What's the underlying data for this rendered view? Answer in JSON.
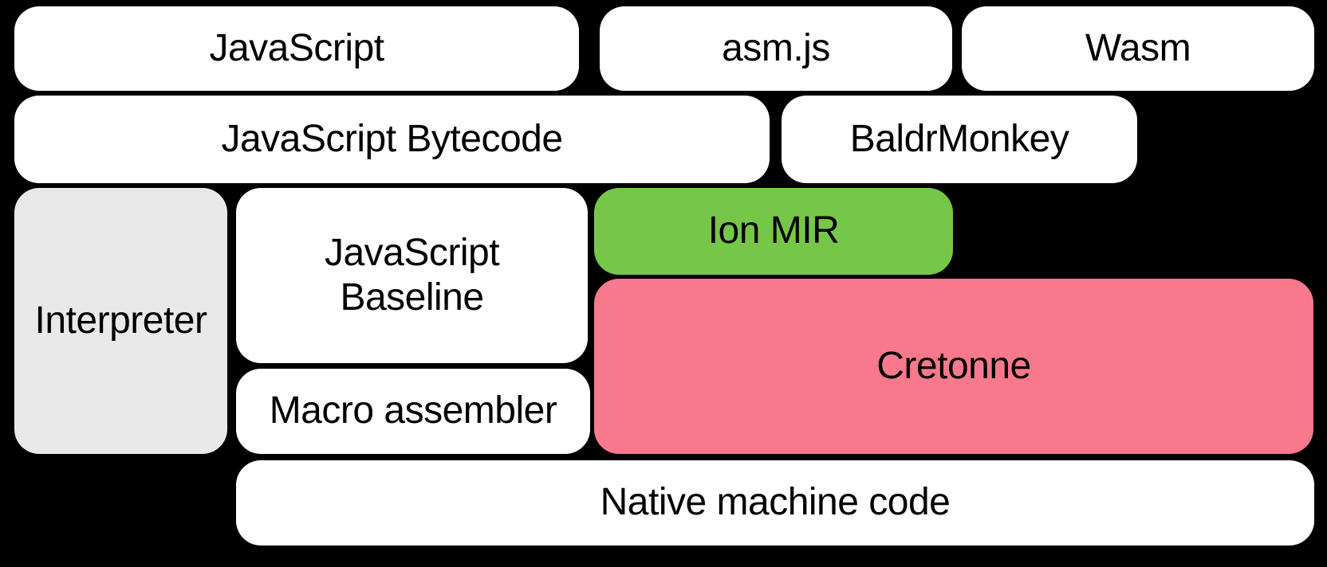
{
  "colors": {
    "background": "#000000",
    "white_box": "#ffffff",
    "gray_box": "#e9e9e9",
    "green_box": "#76c748",
    "pink_box": "#f7798b",
    "text": "#000000"
  },
  "nodes": {
    "javascript": {
      "label": "JavaScript",
      "color": "#ffffff"
    },
    "asmjs": {
      "label": "asm.js",
      "color": "#ffffff"
    },
    "wasm": {
      "label": "Wasm",
      "color": "#ffffff"
    },
    "js_bytecode": {
      "label": "JavaScript Bytecode",
      "color": "#ffffff"
    },
    "baldrmonkey": {
      "label": "BaldrMonkey",
      "color": "#ffffff"
    },
    "interpreter": {
      "label": "Interpreter",
      "color": "#e9e9e9"
    },
    "js_baseline": {
      "label": "JavaScript\nBaseline",
      "color": "#ffffff"
    },
    "ion_mir": {
      "label": "Ion MIR",
      "color": "#76c748"
    },
    "cretonne": {
      "label": "Cretonne",
      "color": "#f7798b"
    },
    "macro_assembler": {
      "label": "Macro assembler",
      "color": "#ffffff"
    },
    "native_machine_code": {
      "label": "Native machine code",
      "color": "#ffffff"
    }
  }
}
